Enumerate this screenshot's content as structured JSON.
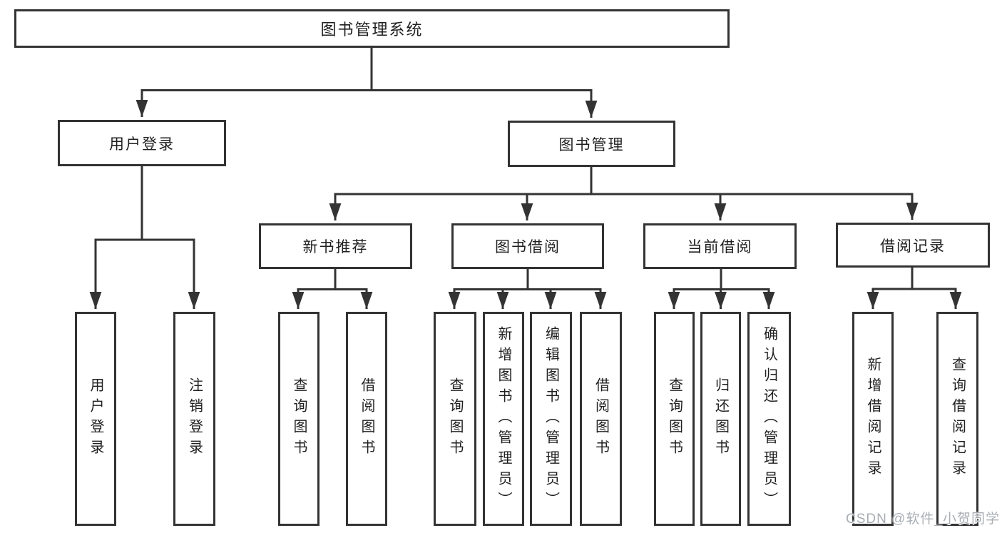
{
  "colors": {
    "line": "#333333",
    "text": "#1f1f1f",
    "box_bg": "#ffffff",
    "watermark": "#a9aeb4",
    "background": "#ffffff"
  },
  "diagram": {
    "root": "图书管理系统",
    "level1": [
      {
        "label": "用户登录",
        "children": [
          {
            "label": "用户登录"
          },
          {
            "label": "注销登录"
          }
        ]
      },
      {
        "label": "图书管理",
        "groups": [
          {
            "label": "新书推荐",
            "children": [
              {
                "label": "查询图书"
              },
              {
                "label": "借阅图书"
              }
            ]
          },
          {
            "label": "图书借阅",
            "children": [
              {
                "label": "查询图书"
              },
              {
                "label": "新增图书（管理员）"
              },
              {
                "label": "编辑图书（管理员）"
              },
              {
                "label": "借阅图书"
              }
            ]
          },
          {
            "label": "当前借阅",
            "children": [
              {
                "label": "查询图书"
              },
              {
                "label": "归还图书"
              },
              {
                "label": "确认归还（管理员）"
              }
            ]
          },
          {
            "label": "借阅记录",
            "children": [
              {
                "label": "新增借阅记录"
              },
              {
                "label": "查询借阅记录"
              }
            ]
          }
        ]
      }
    ]
  },
  "watermark": {
    "text": "CSDN @软件_小贺同学"
  }
}
